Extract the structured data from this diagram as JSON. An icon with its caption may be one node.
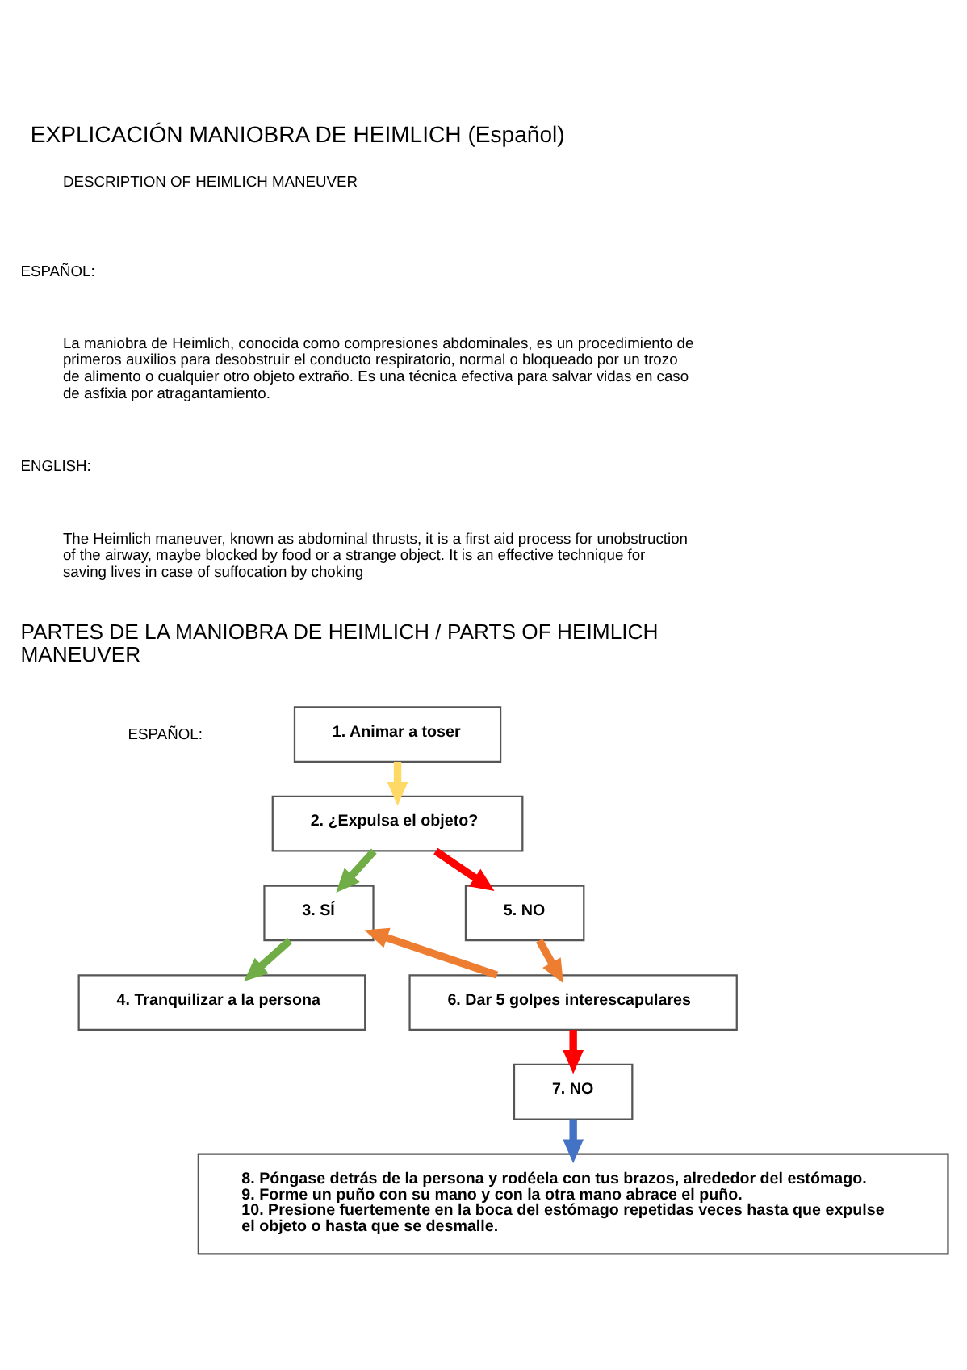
{
  "diagram": {
    "title": "EXPLICACIÓN MANIOBRA DE HEIMLICH (Español)",
    "nodes": [
      {
        "text": [
          "1. Animar a toser"
        ]
      },
      {
        "text": [
          "2. ¿Expulsa el objeto?"
        ]
      },
      {
        "text": [
          "3. SÍ"
        ]
      },
      {
        "text": [
          "5. NO"
        ]
      },
      {
        "text": [
          "4. Tranquilizar a la persona"
        ]
      },
      {
        "text": [
          "6. Dar 5 golpes interescapulares"
        ]
      },
      {
        "text": [
          "7. NO"
        ]
      },
      {
        "text": [
          "8. Póngase detrás de la persona y rodéela con tus brazos, alrededor del estómago.",
          "9. Forme un puño con su mano y con la otra mano abrace el puño.",
          "10. Presione fuertemente en la boca del estómago repetidas veces hasta que expulse el objeto o hasta que se desmalle."
        ]
      }
    ],
    "edges": [
      {
        "from": 0,
        "to": 1,
        "arrow": "to",
        "color": "#ffd966"
      },
      {
        "from": 1,
        "to": 2,
        "arrow": "to",
        "color": "#70ad47"
      },
      {
        "from": 1,
        "to": 3,
        "arrow": "to",
        "color": "#ff0000"
      },
      {
        "from": 2,
        "to": 4,
        "arrow": "to",
        "color": "#70ad47"
      },
      {
        "from": 5,
        "to": 2,
        "arrow": "to",
        "color": "#ed7d31"
      },
      {
        "from": 3,
        "to": 5,
        "arrow": "to",
        "color": "#ed7d31"
      },
      {
        "from": 5,
        "to": 6,
        "arrow": "to",
        "color": "#ff0000"
      },
      {
        "from": 6,
        "to": 7,
        "arrow": "to",
        "color": "#4472c4"
      }
    ],
    "labels": [
      "DESCRIPTION OF HEIMLICH MANEUVER",
      "ESPAÑOL:",
      "La maniobra de Heimlich, conocida como compresiones abdominales, es un procedimiento de primeros auxilios para desobstruir el conducto respiratorio, normal o bloqueado por un trozo de alimento o cualquier otro objeto extraño. Es una técnica efectiva para salvar vidas en caso de asfixia por atragantamiento.",
      "ENGLISH:",
      "The Heimlich maneuver, known as abdominal thrusts, it is a first aid process for unobstruction of the airway, maybe blocked by food or a strange object. It is an effective technique for saving lives in case of suffocation by choking",
      "PARTES DE LA MANIOBRA DE HEIMLICH / PARTS OF HEIMLICH MANEUVER",
      "ESPAÑOL:"
    ]
  }
}
